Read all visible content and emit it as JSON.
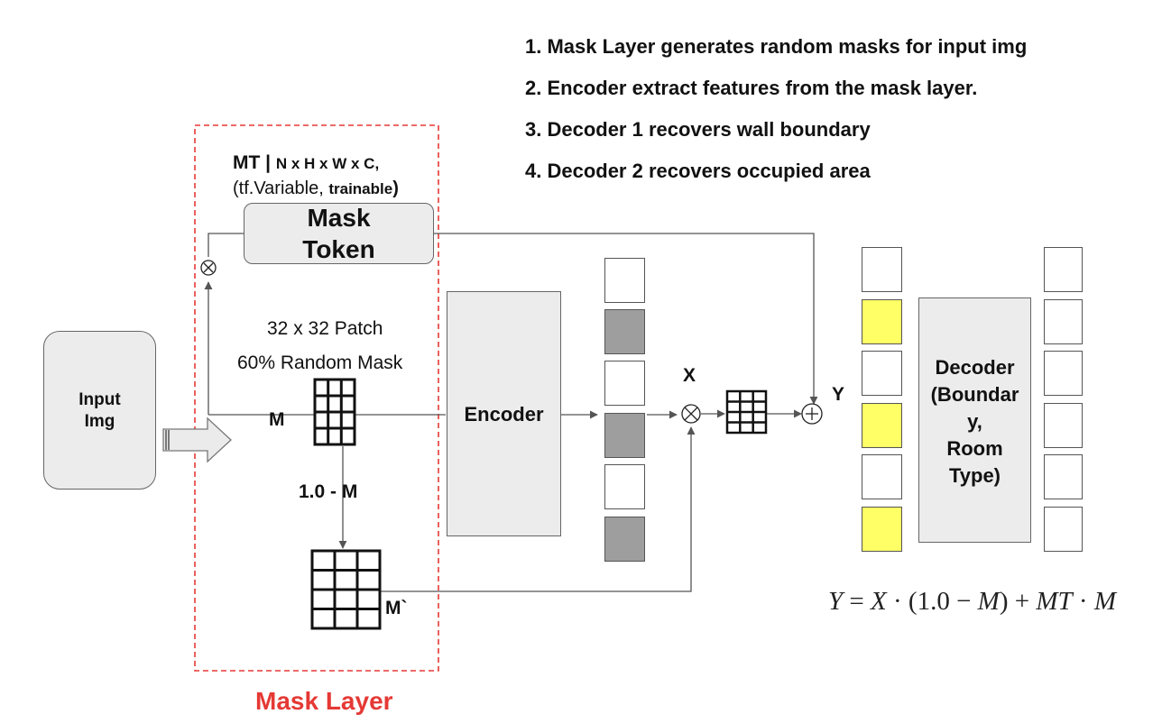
{
  "steps": [
    "1. Mask Layer generates random masks for input img",
    "2. Encoder extract features from the mask layer.",
    "3. Decoder 1 recovers wall boundary",
    "4. Decoder 2 recovers occupied area"
  ],
  "mt_label": {
    "prefix": "MT | ",
    "dims": "N x H x W x C,",
    "paren_open": "(tf.Variable, ",
    "trainable": "trainable",
    "paren_close": ")"
  },
  "mask_token": {
    "line1": "Mask",
    "line2": "Token"
  },
  "patch_label": {
    "line1": "32 x 32 Patch",
    "line2": "60% Random Mask"
  },
  "input_img": {
    "line1": "Input",
    "line2": "Img"
  },
  "labels": {
    "m": "M",
    "one_minus_m": "1.0 - M",
    "m_prime": "M`",
    "x": "X",
    "y": "Y",
    "mask_layer": "Mask Layer"
  },
  "encoder": {
    "label": "Encoder"
  },
  "decoder": {
    "lines": [
      "Decoder",
      "(Boundar",
      "y,",
      "Room",
      "Type)"
    ]
  },
  "equation": {
    "y": "Y",
    "eq": " = ",
    "x": "X",
    "dot1": " · ",
    "lp": "(",
    "one": "1.0",
    "minus": " − ",
    "m1": "M",
    "rp": ")",
    "plus": " + ",
    "mt": "MT",
    "dot2": " · ",
    "m2": "M"
  },
  "colors": {
    "mask_layer_border": "#e53935",
    "mask_layer_text": "#e53935",
    "box_fill": "#ececec",
    "feature_gray": "#9e9e9e",
    "decoder_yellow": "#ffff66",
    "arrow": "#555555"
  },
  "encoder_features": [
    "white",
    "gray",
    "white",
    "gray",
    "white",
    "gray"
  ],
  "decoder_left_cells": [
    "white",
    "yellow",
    "white",
    "yellow",
    "white",
    "yellow"
  ],
  "decoder_right_cells": [
    "white",
    "white",
    "white",
    "white",
    "white",
    "white"
  ]
}
